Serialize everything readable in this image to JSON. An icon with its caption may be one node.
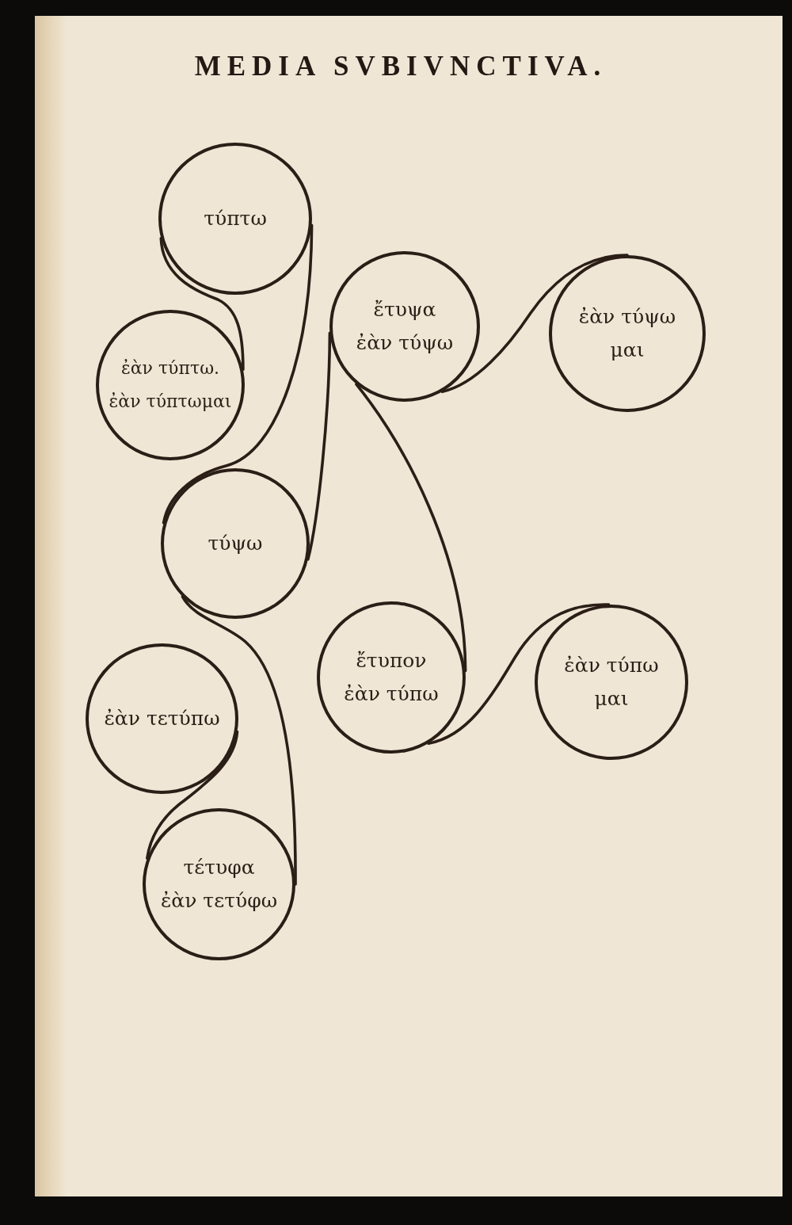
{
  "diagram": {
    "title": "MEDIA SVBIVNCTIVA.",
    "nodes": [
      {
        "text": [
          "τύπτω"
        ]
      },
      {
        "text": [
          "ἐὰν τύπτω. ἐὰν τύπτωμαι"
        ]
      },
      {
        "text": [
          "τύψω"
        ]
      },
      {
        "text": [
          "ἔτυψα",
          "ἐὰν τύψω"
        ]
      },
      {
        "text": [
          "ἐὰν τύψω μαι"
        ]
      },
      {
        "text": [
          "ἔτυπον",
          "ἐὰν τύπω"
        ]
      },
      {
        "text": [
          "ἐὰν τύπω μαι"
        ]
      },
      {
        "text": [
          "ἐὰν τετύπω"
        ]
      },
      {
        "text": [
          "τέτυφα",
          "ἐὰν τετύφω"
        ]
      }
    ],
    "edges": [
      {
        "from": 0,
        "to": 1,
        "arrow": "none"
      },
      {
        "from": 0,
        "to": 2,
        "arrow": "none"
      },
      {
        "from": 2,
        "to": 3,
        "arrow": "none"
      },
      {
        "from": 3,
        "to": 4,
        "arrow": "none"
      },
      {
        "from": 3,
        "to": 5,
        "arrow": "none"
      },
      {
        "from": 5,
        "to": 6,
        "arrow": "none"
      },
      {
        "from": 2,
        "to": 8,
        "arrow": "none"
      },
      {
        "from": 7,
        "to": 8,
        "arrow": "none"
      }
    ]
  }
}
